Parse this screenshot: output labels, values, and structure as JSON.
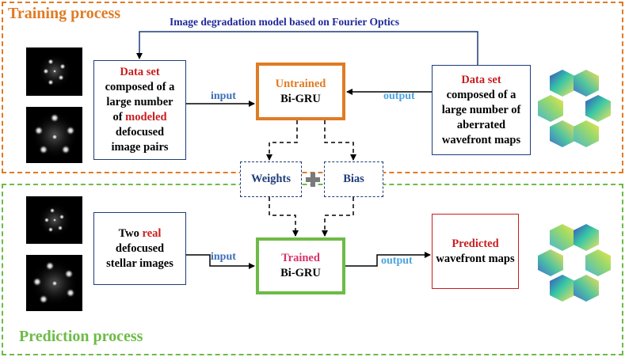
{
  "training": {
    "title": "Training process"
  },
  "prediction": {
    "title": "Prediction process"
  },
  "degradation_label": "Image degradation model based on Fourier Optics",
  "dataset_left": {
    "title": "Data set",
    "line1": "composed of a",
    "line2": "large number",
    "line3_pre": "of ",
    "line3_em": "modeled",
    "line4": "defocused",
    "line5": "image pairs"
  },
  "dataset_right": {
    "title": "Data set",
    "line1": "composed of a",
    "line2": "large number of",
    "line3": "aberrated",
    "line4": "wavefront maps"
  },
  "untrained": {
    "line1": "Untrained",
    "line2": "Bi-GRU"
  },
  "trained": {
    "line1": "Trained",
    "line2": "Bi-GRU"
  },
  "weights": "Weights",
  "bias": "Bias",
  "real_images": {
    "pre": "Two ",
    "em": "real",
    "line2": "defocused",
    "line3": "stellar images"
  },
  "predicted": {
    "line1": "Predicted",
    "line2": "wavefront maps"
  },
  "labels": {
    "input_top": "input",
    "output_top": "output",
    "input_bottom": "input",
    "output_bottom": "output"
  },
  "colors": {
    "training": "#e07b24",
    "prediction": "#6dbb47",
    "box_border": "#1f3c7a",
    "highlight_red": "#c81e1e"
  }
}
